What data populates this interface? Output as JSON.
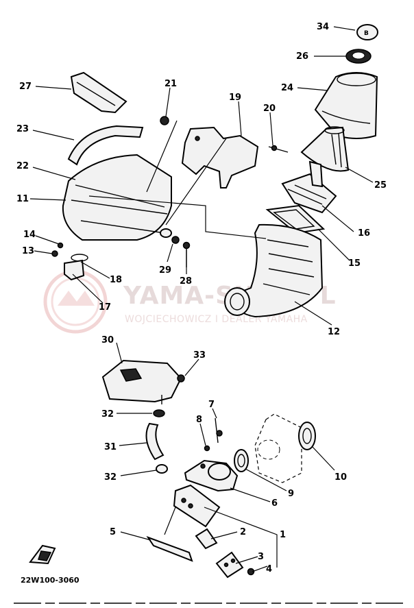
{
  "diagram": {
    "parts": {
      "p1": "1",
      "p2": "2",
      "p3": "3",
      "p4": "4",
      "p5": "5",
      "p6": "6",
      "p7": "7",
      "p8": "8",
      "p9": "9",
      "p10": "10",
      "p11": "11",
      "p12": "12",
      "p13": "13",
      "p14": "14",
      "p15": "15",
      "p16": "16",
      "p17": "17",
      "p18": "18",
      "p19": "19",
      "p20": "20",
      "p21": "21",
      "p22": "22",
      "p23": "23",
      "p24": "24",
      "p25": "25",
      "p26": "26",
      "p27": "27",
      "p28": "28",
      "p29": "29",
      "p30": "30",
      "p31": "31",
      "p32a": "32",
      "p32b": "32",
      "p33": "33",
      "p34": "34"
    },
    "diagram_code": "22W100-3060",
    "watermark": {
      "brand": "YAMA-SHOP.PL",
      "subtitle": "WOJCIECHOWICZ I DEALER YAMAHA",
      "color": "#e8c8c8"
    }
  }
}
